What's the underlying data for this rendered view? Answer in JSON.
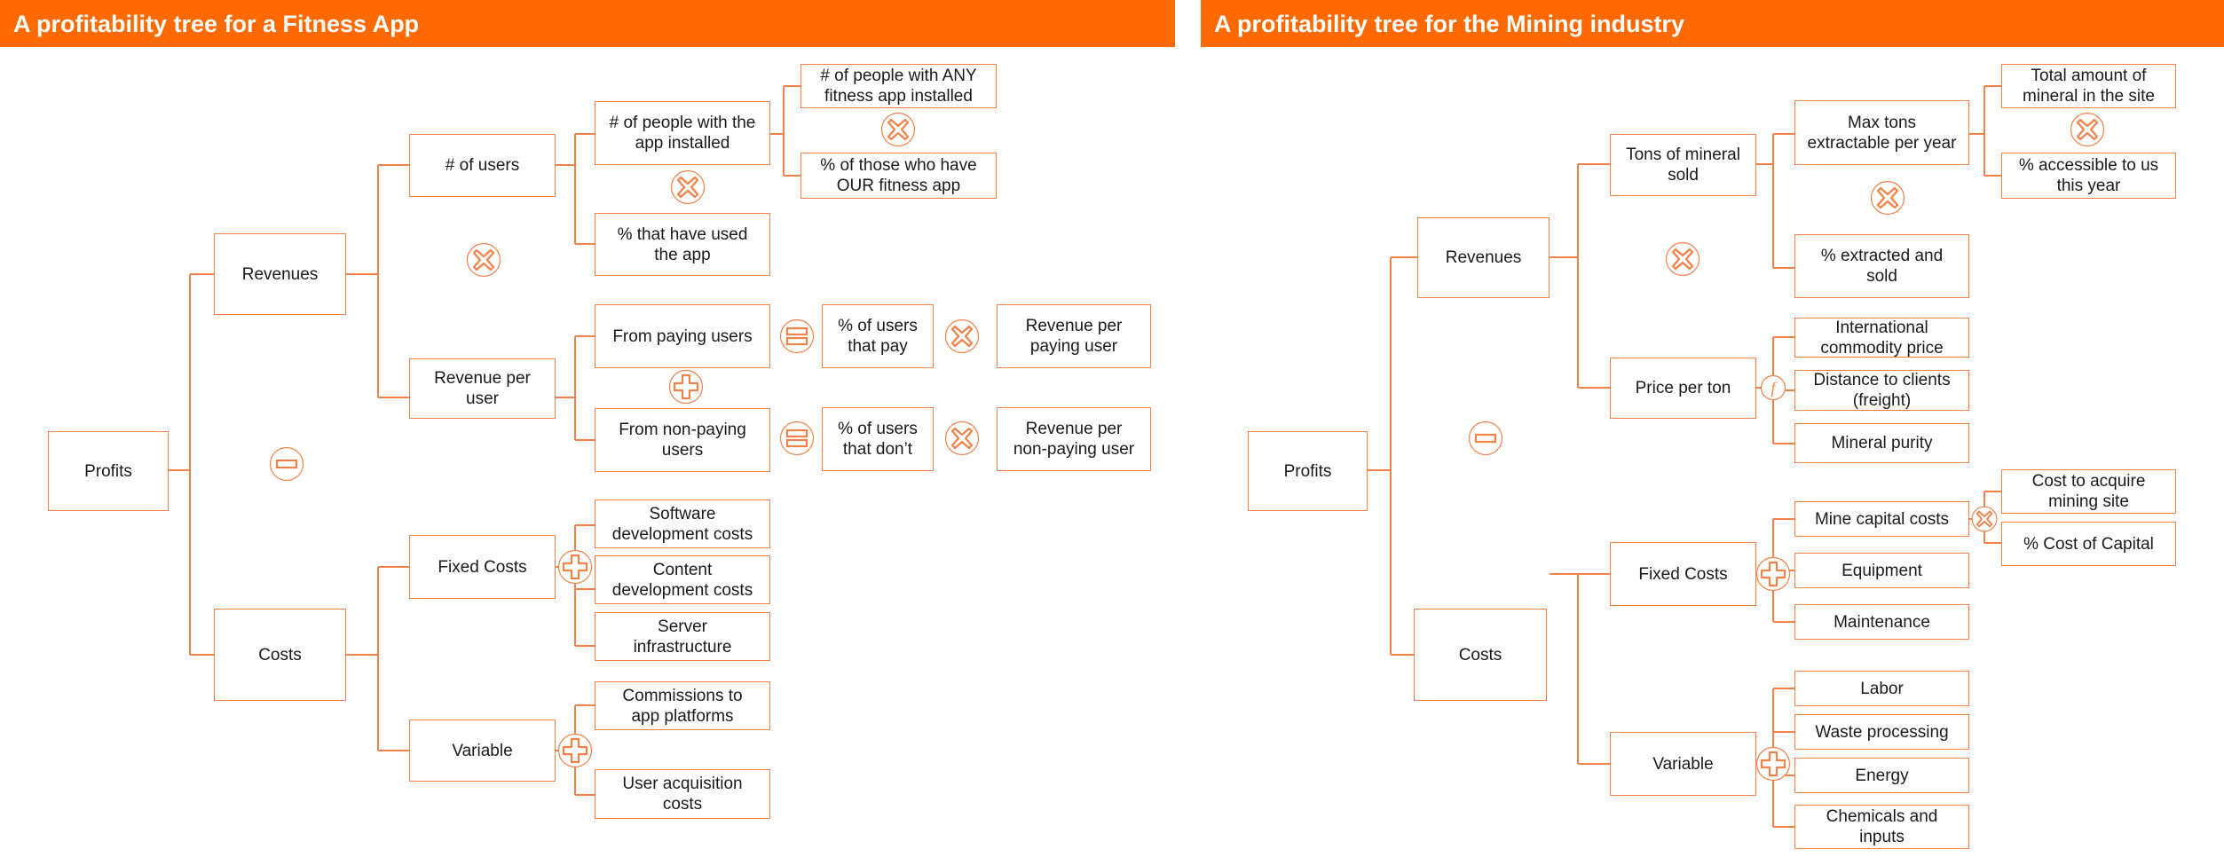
{
  "colors": {
    "accent": "#ff6a00",
    "line": "#f0824a",
    "text": "#1a1a1a"
  },
  "fitness": {
    "title": "A profitability tree for a Fitness App",
    "profits": "Profits",
    "revenues": "Revenues",
    "costs": "Costs",
    "num_users": "# of users",
    "revenue_per_user": "Revenue per\nuser",
    "people_installed": "# of people with the\napp installed",
    "pct_used": "% that have used\nthe app",
    "any_fitness": "# of people with ANY\nfitness app installed",
    "our_fitness": "% of those who have\nOUR fitness app",
    "from_paying": "From paying users",
    "from_nonpaying": "From non-paying\nusers",
    "pct_pay": "% of users\nthat pay",
    "pct_dont": "% of users\nthat don’t",
    "rev_paying": "Revenue per\npaying user",
    "rev_nonpaying": "Revenue per\nnon-paying user",
    "fixed_costs": "Fixed Costs",
    "variable": "Variable",
    "software_dev": "Software\ndevelopment costs",
    "content_dev": "Content\ndevelopment costs",
    "server_infra": "Server\ninfrastructure",
    "commissions": "Commissions to\napp platforms",
    "user_acq": "User acquisition\ncosts"
  },
  "mining": {
    "title": "A profitability tree for the Mining industry",
    "profits": "Profits",
    "revenues": "Revenues",
    "costs": "Costs",
    "tons_sold": "Tons of mineral\nsold",
    "price_per_ton": "Price per ton",
    "max_tons": "Max tons\nextractable per year",
    "pct_extracted": "% extracted and\nsold",
    "total_mineral": "Total amount of\nmineral in the site",
    "pct_accessible": "% accessible to us\nthis year",
    "intl_price": "International\ncommodity price",
    "distance": "Distance to clients\n(freight)",
    "purity": "Mineral purity",
    "fixed_costs": "Fixed Costs",
    "variable": "Variable",
    "mine_capital": "Mine capital costs",
    "equipment": "Equipment",
    "maintenance": "Maintenance",
    "cost_acquire": "Cost to acquire\nmining site",
    "pct_cost_capital": "% Cost of Capital",
    "labor": "Labor",
    "waste": "Waste processing",
    "energy": "Energy",
    "chemicals": "Chemicals and\ninputs"
  },
  "operators": {
    "multiply": "multiply-icon",
    "plus": "plus-icon",
    "minus": "minus-icon",
    "equals": "equals-icon",
    "function": "f"
  }
}
